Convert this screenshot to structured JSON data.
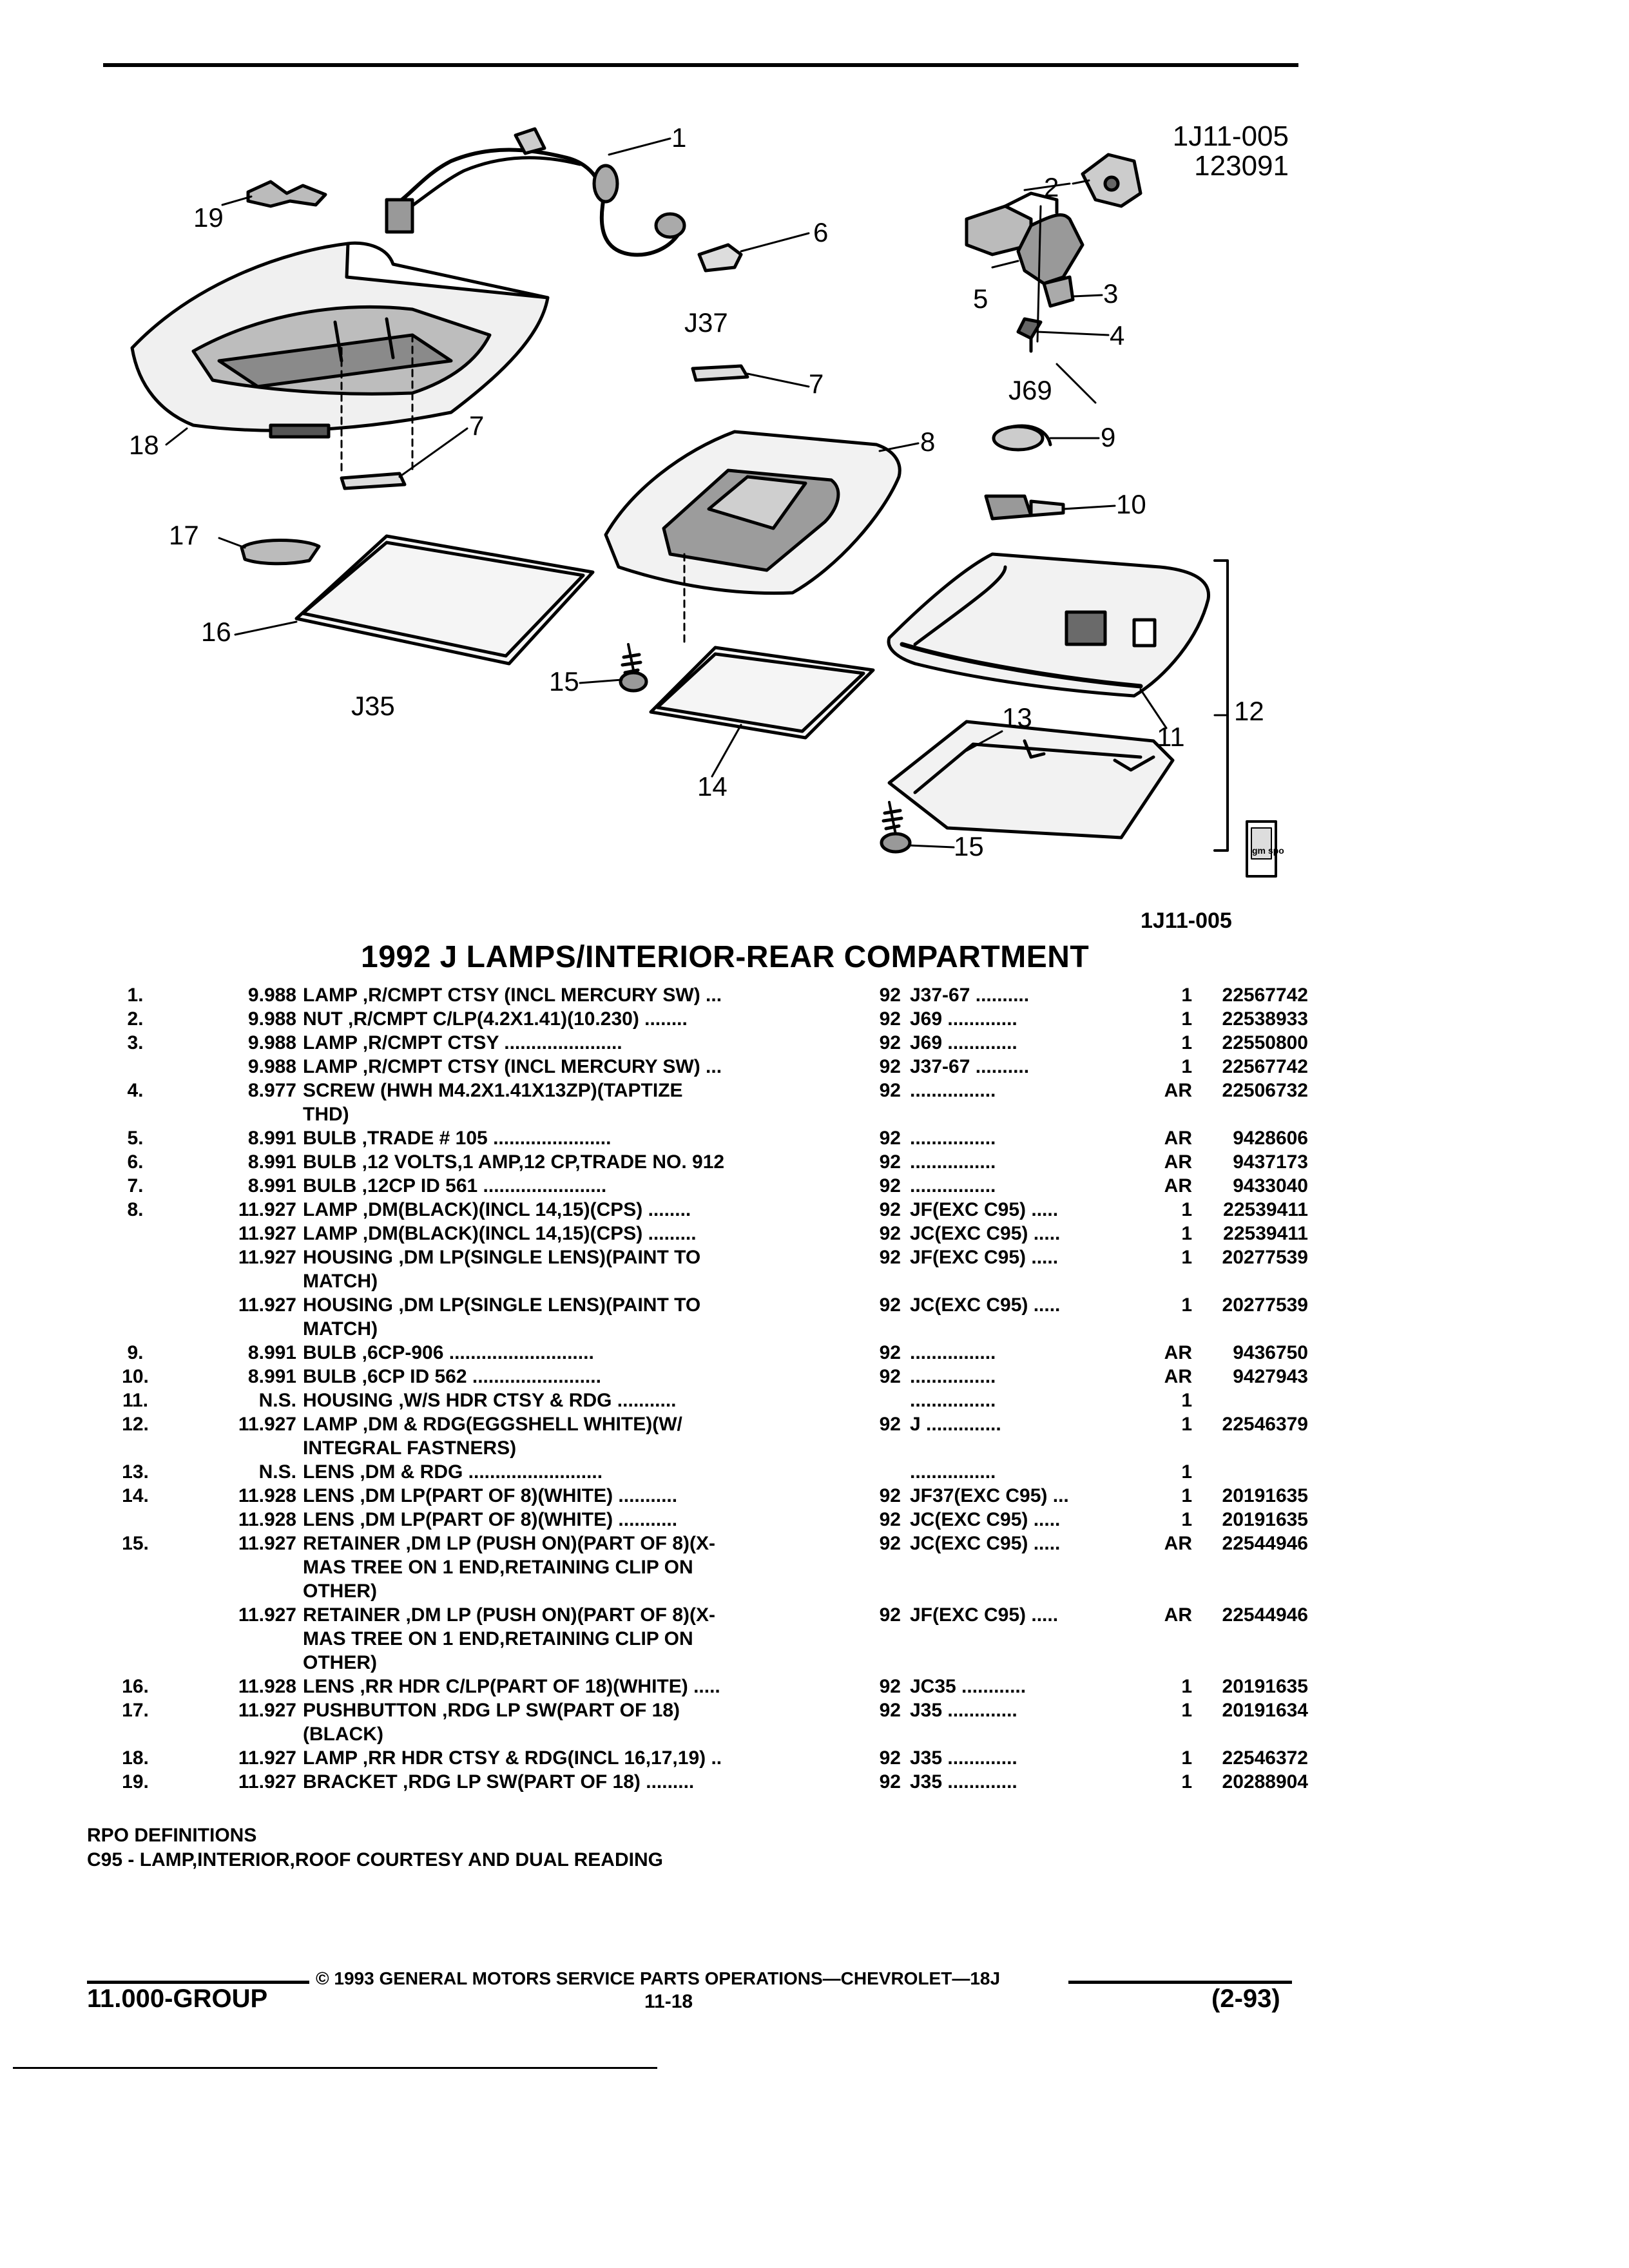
{
  "header": {
    "figure_id": "1J11-005",
    "date_code": "123091"
  },
  "diagram": {
    "callouts": [
      "1",
      "2",
      "3",
      "4",
      "5",
      "6",
      "7",
      "7",
      "8",
      "9",
      "10",
      "11",
      "12",
      "13",
      "14",
      "15",
      "15",
      "16",
      "17",
      "18",
      "19"
    ],
    "rpo_labels": [
      "J37",
      "J69",
      "J35"
    ],
    "caption": "1J11-005",
    "logo_text": "gm spo"
  },
  "title": "1992 J LAMPS/INTERIOR-REAR COMPARTMENT",
  "parts": [
    {
      "ref": "1.",
      "group": "9.988",
      "desc": [
        "LAMP ,R/CMPT CTSY (INCL MERCURY SW) ..."
      ],
      "year": "92",
      "model": "J37-67 ..........",
      "qty": "1",
      "part": "22567742"
    },
    {
      "ref": "2.",
      "group": "9.988",
      "desc": [
        "NUT ,R/CMPT C/LP(4.2X1.41)(10.230) ........"
      ],
      "year": "92",
      "model": "J69 .............",
      "qty": "1",
      "part": "22538933"
    },
    {
      "ref": "3.",
      "group": "9.988",
      "desc": [
        "LAMP ,R/CMPT CTSY ......................"
      ],
      "year": "92",
      "model": "J69 .............",
      "qty": "1",
      "part": "22550800"
    },
    {
      "ref": "",
      "group": "9.988",
      "desc": [
        "LAMP ,R/CMPT CTSY (INCL MERCURY SW) ..."
      ],
      "year": "92",
      "model": "J37-67 ..........",
      "qty": "1",
      "part": "22567742"
    },
    {
      "ref": "4.",
      "group": "8.977",
      "desc": [
        "SCREW (HWH M4.2X1.41X13ZP)(TAPTIZE",
        "THD)"
      ],
      "year": "92",
      "model": "................",
      "qty": "AR",
      "part": "22506732"
    },
    {
      "ref": "5.",
      "group": "8.991",
      "desc": [
        "BULB ,TRADE # 105 ......................"
      ],
      "year": "92",
      "model": "................",
      "qty": "AR",
      "part": "9428606"
    },
    {
      "ref": "6.",
      "group": "8.991",
      "desc": [
        "BULB ,12 VOLTS,1 AMP,12 CP,TRADE NO. 912"
      ],
      "year": "92",
      "model": "................",
      "qty": "AR",
      "part": "9437173"
    },
    {
      "ref": "7.",
      "group": "8.991",
      "desc": [
        "BULB ,12CP ID 561 ......................."
      ],
      "year": "92",
      "model": "................",
      "qty": "AR",
      "part": "9433040"
    },
    {
      "ref": "8.",
      "group": "11.927",
      "desc": [
        "LAMP ,DM(BLACK)(INCL 14,15)(CPS) ........"
      ],
      "year": "92",
      "model": "JF(EXC C95) .....",
      "qty": "1",
      "part": "22539411"
    },
    {
      "ref": "",
      "group": "11.927",
      "desc": [
        "LAMP ,DM(BLACK)(INCL 14,15)(CPS) ........."
      ],
      "year": "92",
      "model": "JC(EXC C95) .....",
      "qty": "1",
      "part": "22539411"
    },
    {
      "ref": "",
      "group": "11.927",
      "desc": [
        "HOUSING ,DM LP(SINGLE LENS)(PAINT TO",
        "MATCH)"
      ],
      "year": "92",
      "model": "JF(EXC C95) .....",
      "qty": "1",
      "part": "20277539"
    },
    {
      "ref": "",
      "group": "11.927",
      "desc": [
        "HOUSING ,DM LP(SINGLE LENS)(PAINT TO",
        "MATCH)"
      ],
      "year": "92",
      "model": "JC(EXC C95) .....",
      "qty": "1",
      "part": "20277539"
    },
    {
      "ref": "9.",
      "group": "8.991",
      "desc": [
        "BULB ,6CP-906 ..........................."
      ],
      "year": "92",
      "model": "................",
      "qty": "AR",
      "part": "9436750"
    },
    {
      "ref": "10.",
      "group": "8.991",
      "desc": [
        "BULB ,6CP ID 562 ........................"
      ],
      "year": "92",
      "model": "................",
      "qty": "AR",
      "part": "9427943"
    },
    {
      "ref": "11.",
      "group": "N.S.",
      "desc": [
        "HOUSING ,W/S HDR CTSY & RDG ..........."
      ],
      "year": "",
      "model": "................",
      "qty": "1",
      "part": ""
    },
    {
      "ref": "12.",
      "group": "11.927",
      "desc": [
        "LAMP ,DM & RDG(EGGSHELL WHITE)(W/",
        "INTEGRAL FASTNERS)"
      ],
      "year": "92",
      "model": "J ..............",
      "qty": "1",
      "part": "22546379"
    },
    {
      "ref": "13.",
      "group": "N.S.",
      "desc": [
        "LENS ,DM & RDG ........................."
      ],
      "year": "",
      "model": "................",
      "qty": "1",
      "part": ""
    },
    {
      "ref": "14.",
      "group": "11.928",
      "desc": [
        "LENS ,DM LP(PART OF 8)(WHITE) ..........."
      ],
      "year": "92",
      "model": "JF37(EXC C95) ...",
      "qty": "1",
      "part": "20191635"
    },
    {
      "ref": "",
      "group": "11.928",
      "desc": [
        "LENS ,DM LP(PART OF 8)(WHITE) ..........."
      ],
      "year": "92",
      "model": "JC(EXC C95) .....",
      "qty": "1",
      "part": "20191635"
    },
    {
      "ref": "15.",
      "group": "11.927",
      "desc": [
        "RETAINER ,DM LP (PUSH ON)(PART OF 8)(X-",
        "MAS TREE ON 1 END,RETAINING CLIP ON",
        "OTHER)"
      ],
      "year": "92",
      "model": "JC(EXC C95) .....",
      "qty": "AR",
      "part": "22544946"
    },
    {
      "ref": "",
      "group": "11.927",
      "desc": [
        "RETAINER ,DM LP (PUSH ON)(PART OF 8)(X-",
        "MAS TREE ON 1 END,RETAINING CLIP ON",
        "OTHER)"
      ],
      "year": "92",
      "model": "JF(EXC C95) .....",
      "qty": "AR",
      "part": "22544946"
    },
    {
      "ref": "16.",
      "group": "11.928",
      "desc": [
        "LENS ,RR HDR C/LP(PART OF 18)(WHITE) ....."
      ],
      "year": "92",
      "model": "JC35 ............",
      "qty": "1",
      "part": "20191635"
    },
    {
      "ref": "17.",
      "group": "11.927",
      "desc": [
        "PUSHBUTTON ,RDG LP SW(PART OF 18)",
        "(BLACK)"
      ],
      "year": "92",
      "model": "J35 .............",
      "qty": "1",
      "part": "20191634"
    },
    {
      "ref": "18.",
      "group": "11.927",
      "desc": [
        "LAMP ,RR HDR CTSY & RDG(INCL 16,17,19) .."
      ],
      "year": "92",
      "model": "J35 .............",
      "qty": "1",
      "part": "22546372"
    },
    {
      "ref": "19.",
      "group": "11.927",
      "desc": [
        "BRACKET ,RDG LP SW(PART OF 18) ........."
      ],
      "year": "92",
      "model": "J35 .............",
      "qty": "1",
      "part": "20288904"
    }
  ],
  "rpo": {
    "heading": "RPO DEFINITIONS",
    "definition": "C95 - LAMP,INTERIOR,ROOF COURTESY AND DUAL READING"
  },
  "footer": {
    "copyright": "© 1993 GENERAL MOTORS SERVICE PARTS OPERATIONS—CHEVROLET—18J",
    "group": "11.000-GROUP",
    "page": "11-18",
    "revision": "(2-93)"
  }
}
